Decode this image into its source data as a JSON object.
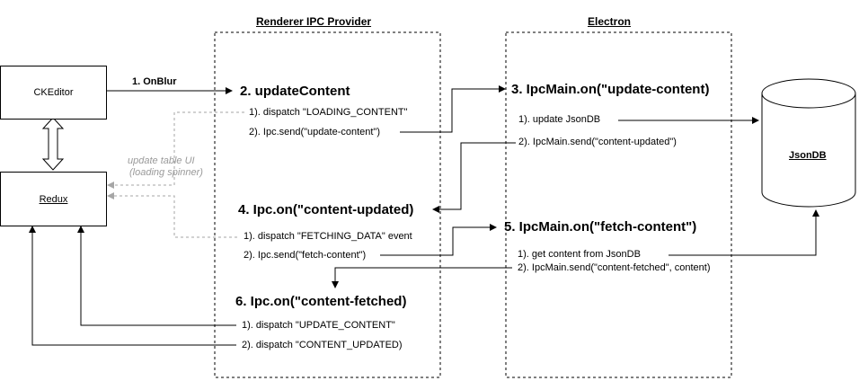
{
  "sections": {
    "renderer": "Renderer IPC Provider",
    "electron": "Electron"
  },
  "nodes": {
    "ckeditor": "CKEditor",
    "redux": "Redux",
    "jsondb": "JsonDB"
  },
  "edge_labels": {
    "onblur": "1. OnBlur",
    "note_line1": "update table UI",
    "note_line2": "(loading spinner)"
  },
  "steps": {
    "s2": "2. updateContent",
    "s2_a": "1). dispatch \"LOADING_CONTENT\"",
    "s2_b": "2). Ipc.send(\"update-content\")",
    "s3": "3. IpcMain.on(\"update-content)",
    "s3_a": "1). update JsonDB",
    "s3_b": "2). IpcMain.send(\"content-updated\")",
    "s4": "4. Ipc.on(\"content-updated)",
    "s4_a": "1). dispatch \"FETCHING_DATA\" event",
    "s4_b": "2). Ipc.send(\"fetch-content\")",
    "s5": "5. IpcMain.on(\"fetch-content\")",
    "s5_a": "1). get content from JsonDB",
    "s5_b": "2). IpcMain.send(\"content-fetched\", content)",
    "s6": "6. Ipc.on(\"content-fetched)",
    "s6_a": "1). dispatch \"UPDATE_CONTENT\"",
    "s6_b": "2). dispatch \"CONTENT_UPDATED)"
  },
  "colors": {
    "line": "#000000",
    "dashed": "#a6a6a6",
    "note": "#9a9a9a"
  }
}
